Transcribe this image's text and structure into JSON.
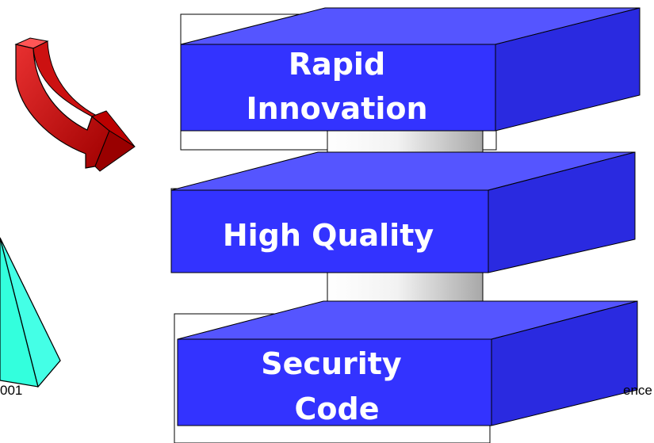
{
  "diagram": {
    "blocks": [
      {
        "id": "top",
        "lines": [
          "Rapid",
          "Innovation"
        ]
      },
      {
        "id": "middle",
        "lines": [
          "High Quality"
        ]
      },
      {
        "id": "bottom",
        "lines": [
          "Security",
          "Code"
        ]
      }
    ],
    "footer": {
      "left_fragment": "001",
      "right_fragment": "ence"
    },
    "colors": {
      "block_front": "#3333ff",
      "block_top": "#5555ff",
      "block_side": "#2a2ae0",
      "arrow": "#cc1111",
      "cylinder": "#d8d8d8",
      "pyramid": "#33ffdd"
    }
  }
}
